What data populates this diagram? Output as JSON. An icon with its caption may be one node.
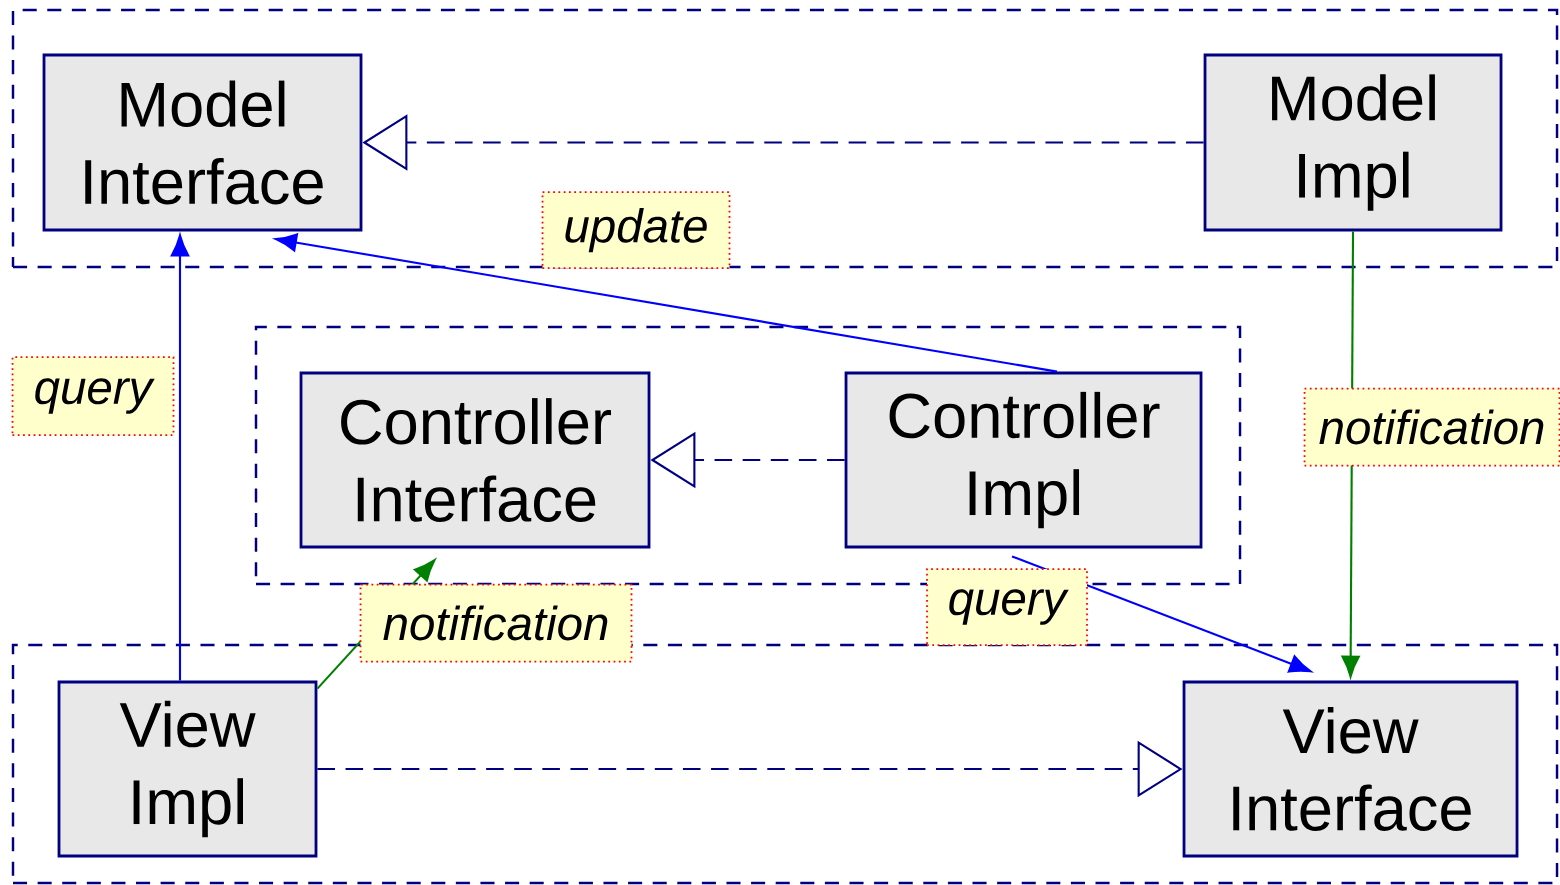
{
  "diagram": {
    "nodes": [
      {
        "text": [],
        "shape": "box"
      },
      {
        "text": [
          "Model Interface"
        ],
        "in": 0
      },
      {
        "text": [
          "Model Impl"
        ],
        "in": 0
      },
      {
        "text": [],
        "shape": "box"
      },
      {
        "text": [
          "Controller Interface"
        ],
        "in": 3
      },
      {
        "text": [
          "Controller Impl"
        ],
        "in": 3
      },
      {
        "text": [],
        "shape": "box"
      },
      {
        "text": [
          "View Impl"
        ],
        "in": 6
      },
      {
        "text": [
          "View Interface"
        ],
        "in": 6
      }
    ],
    "edges": [
      {
        "from": 2,
        "to": 1,
        "arrow": "to",
        "style": "dashed",
        "color": "#000080"
      },
      {
        "from": 7,
        "to": 1,
        "arrow": "to",
        "label": "query",
        "color": "#0000ff"
      },
      {
        "from": 5,
        "to": 1,
        "arrow": "to",
        "label": "update",
        "color": "#0000ff"
      },
      {
        "from": 5,
        "to": 4,
        "arrow": "to",
        "style": "dashed",
        "color": "#000080"
      },
      {
        "from": 7,
        "to": 4,
        "arrow": "to",
        "label": "notification",
        "color": "#008000"
      },
      {
        "from": 5,
        "to": 8,
        "arrow": "to",
        "label": "query",
        "color": "#0000ff"
      },
      {
        "from": 2,
        "to": 8,
        "arrow": "to",
        "label": "notification",
        "color": "#008000"
      },
      {
        "from": 7,
        "to": 8,
        "arrow": "to",
        "style": "dashed",
        "color": "#000080"
      }
    ]
  }
}
